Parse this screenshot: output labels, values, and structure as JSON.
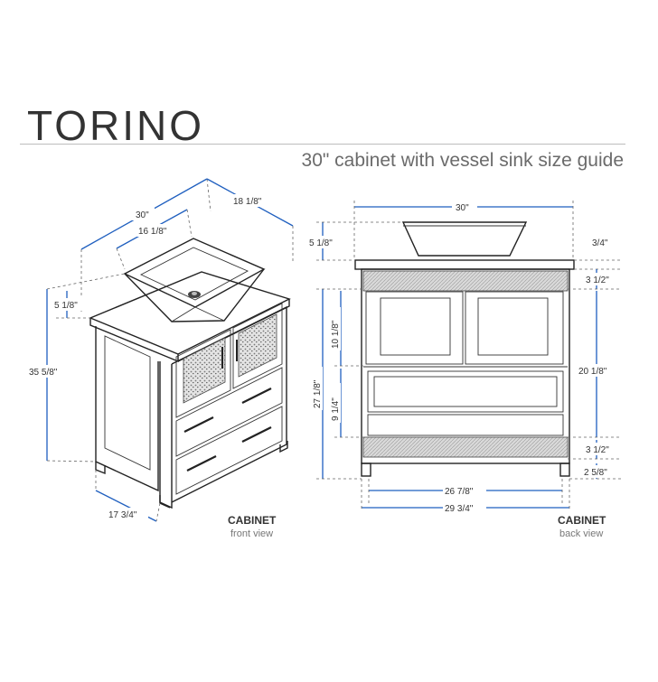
{
  "title": "TORINO",
  "subtitle": "30\" cabinet with vessel sink size guide",
  "front_view": {
    "caption_title": "CABINET",
    "caption_sub": "front view",
    "dims": {
      "width": "30\"",
      "depth": "18 1/8\"",
      "sink_width": "16 1/8\"",
      "sink_height": "5 1/8\"",
      "total_height": "35 5/8\"",
      "side_depth": "17 3/4\""
    }
  },
  "back_view": {
    "caption_title": "CABINET",
    "caption_sub": "back view",
    "dims": {
      "width": "30\"",
      "sink_height": "5 1/8\"",
      "top_thickness": "3/4\"",
      "upper_rail": "3 1/2\"",
      "door_height": "10 1/8\"",
      "cabinet_height": "27 1/8\"",
      "drawer_height": "9 1/4\"",
      "side_height": "20 1/8\"",
      "lower_rail": "3 1/2\"",
      "leg_height": "2 5/8\"",
      "inner_width": "26 7/8\"",
      "outer_width": "29 3/4\""
    }
  }
}
